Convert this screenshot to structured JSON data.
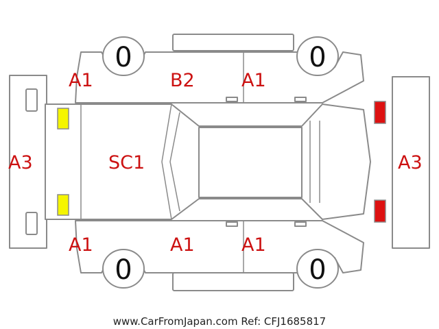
{
  "damage_labels": {
    "front_left": "A1",
    "left_front_door": "B2",
    "left_rear_door": "A1",
    "front_bumper": "A3",
    "hood": "SC1",
    "rear_bumper": "A3",
    "front_right": "A1",
    "right_front_door": "A1",
    "right_rear_door": "A1"
  },
  "tire_labels": {
    "front_left": "0",
    "rear_left": "0",
    "front_right": "0",
    "rear_right": "0"
  },
  "lights": {
    "front_color": "#f5f500",
    "rear_color": "#dd1111"
  },
  "footer": "www.CarFromJapan.com Ref: CFJ1685817"
}
